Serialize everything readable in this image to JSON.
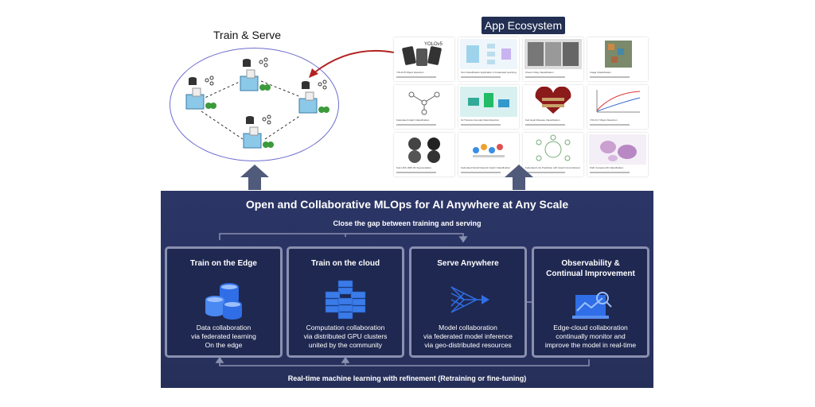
{
  "train_serve": {
    "title": "Train & Serve"
  },
  "ecosystem": {
    "title": "App Ecosystem",
    "cards": [
      {
        "caption": "YOLOv5 Object Detection"
      },
      {
        "caption": "Text Classification Application in Federated Learning"
      },
      {
        "caption": "Chest X-Ray Classification"
      },
      {
        "caption": "Image Classification"
      },
      {
        "caption": "Federated Graph Classification"
      },
      {
        "caption": "IIoT Device Anomaly Data Detection"
      },
      {
        "caption": "Fed Heart Disease Classification"
      },
      {
        "caption": "YOLOv7 Object Detection"
      },
      {
        "caption": "Fed-LIDC-IDRI 3D Segmentation"
      },
      {
        "caption": "Federated Social Network Graph Classification"
      },
      {
        "caption": "Federated Link Prediction with Graph Convolutional"
      },
      {
        "caption": "Path Camelyon16 Classification"
      }
    ]
  },
  "panel": {
    "title": "Open and Collaborative MLOps for AI Anywhere at Any Scale",
    "gap_label": "Close the gap between training  and serving",
    "realtime_label": "Real-time machine learning with refinement (Retraining or fine-tuning)",
    "boxes": [
      {
        "title": "Train on the Edge",
        "desc": [
          "Data collaboration",
          "via federated learning",
          "On the edge"
        ]
      },
      {
        "title": "Train on the cloud",
        "desc": [
          "Computation collaboration",
          "via distributed GPU clusters",
          "united by the community"
        ]
      },
      {
        "title": "Serve Anywhere",
        "desc": [
          "Model collaboration",
          "via federated model inference",
          "via geo-distributed resources"
        ]
      },
      {
        "title": [
          "Observability &",
          "Continual Improvement"
        ],
        "desc": [
          "Edge-cloud collaboration",
          "continually monitor and",
          "improve the model in real-time"
        ]
      }
    ]
  },
  "colors": {
    "panel": "#2b3566",
    "accent_blue": "#2f6ee6",
    "arrow_red": "#b22222",
    "ellipse": "#6c6ccf"
  }
}
